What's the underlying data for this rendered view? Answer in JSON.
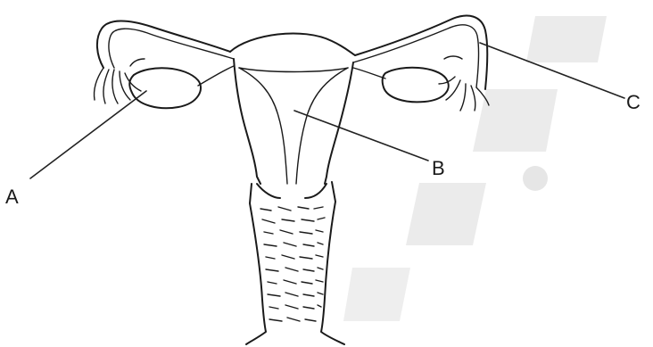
{
  "labels": {
    "a": "A",
    "b": "B",
    "c": "C"
  },
  "colors": {
    "ink": "#1a1a1a",
    "background": "#ffffff",
    "watermark": "#c7c7c7"
  }
}
